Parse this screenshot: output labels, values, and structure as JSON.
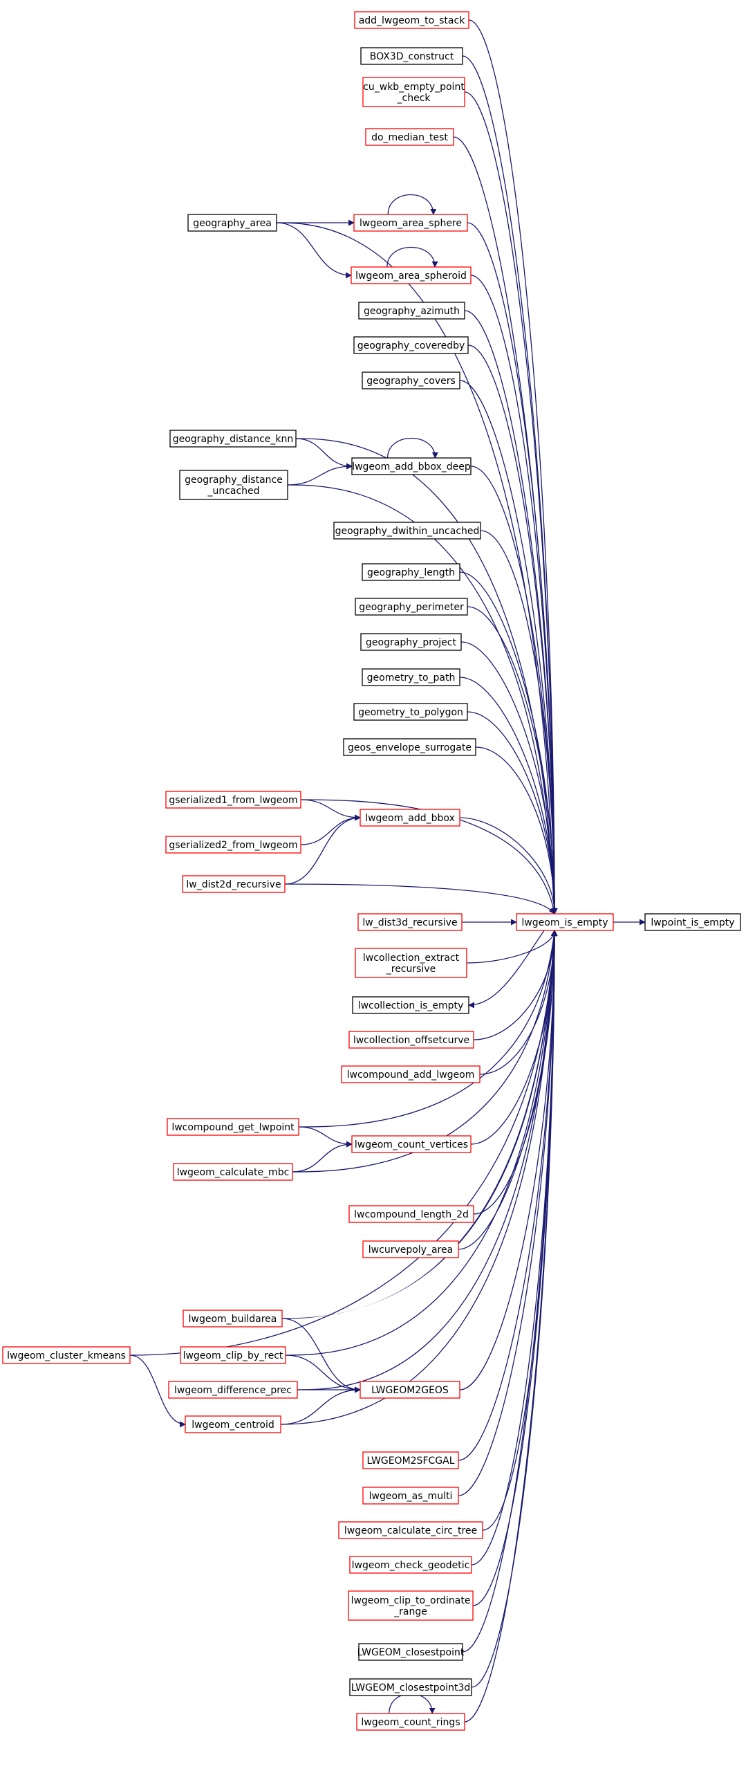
{
  "colors": {
    "edge": "#191970",
    "border_red": "#ff0000",
    "border_black": "#000000",
    "focus_fill": "#bfbfbf"
  },
  "nodes": [
    {
      "id": "add_lwgeom_to_stack",
      "lines": [
        "add_lwgeom_to_stack"
      ],
      "border": "red"
    },
    {
      "id": "box3d_construct",
      "lines": [
        "BOX3D_construct"
      ],
      "border": "black"
    },
    {
      "id": "cu_wkb_empty_point_check",
      "lines": [
        "cu_wkb_empty_point",
        "_check"
      ],
      "border": "red"
    },
    {
      "id": "do_median_test",
      "lines": [
        "do_median_test"
      ],
      "border": "red"
    },
    {
      "id": "geography_area",
      "lines": [
        "geography_area"
      ],
      "border": "black"
    },
    {
      "id": "lwgeom_area_sphere",
      "lines": [
        "lwgeom_area_sphere"
      ],
      "border": "red"
    },
    {
      "id": "lwgeom_area_spheroid",
      "lines": [
        "lwgeom_area_spheroid"
      ],
      "border": "red"
    },
    {
      "id": "geography_azimuth",
      "lines": [
        "geography_azimuth"
      ],
      "border": "black"
    },
    {
      "id": "geography_coveredby",
      "lines": [
        "geography_coveredby"
      ],
      "border": "black"
    },
    {
      "id": "geography_covers",
      "lines": [
        "geography_covers"
      ],
      "border": "black"
    },
    {
      "id": "geography_distance_knn",
      "lines": [
        "geography_distance_knn"
      ],
      "border": "black"
    },
    {
      "id": "lwgeom_add_bbox_deep",
      "lines": [
        "lwgeom_add_bbox_deep"
      ],
      "border": "black"
    },
    {
      "id": "geography_distance_uncached",
      "lines": [
        "geography_distance",
        "_uncached"
      ],
      "border": "black"
    },
    {
      "id": "geography_dwithin_uncached",
      "lines": [
        "geography_dwithin_uncached"
      ],
      "border": "black"
    },
    {
      "id": "geography_length",
      "lines": [
        "geography_length"
      ],
      "border": "black"
    },
    {
      "id": "geography_perimeter",
      "lines": [
        "geography_perimeter"
      ],
      "border": "black"
    },
    {
      "id": "geography_project",
      "lines": [
        "geography_project"
      ],
      "border": "black"
    },
    {
      "id": "geometry_to_path",
      "lines": [
        "geometry_to_path"
      ],
      "border": "black"
    },
    {
      "id": "geometry_to_polygon",
      "lines": [
        "geometry_to_polygon"
      ],
      "border": "black"
    },
    {
      "id": "geos_envelope_surrogate",
      "lines": [
        "geos_envelope_surrogate"
      ],
      "border": "black"
    },
    {
      "id": "gserialized1_from_lwgeom",
      "lines": [
        "gserialized1_from_lwgeom"
      ],
      "border": "red"
    },
    {
      "id": "lwgeom_add_bbox",
      "lines": [
        "lwgeom_add_bbox"
      ],
      "border": "red"
    },
    {
      "id": "gserialized2_from_lwgeom",
      "lines": [
        "gserialized2_from_lwgeom"
      ],
      "border": "red"
    },
    {
      "id": "lw_dist2d_recursive",
      "lines": [
        "lw_dist2d_recursive"
      ],
      "border": "red"
    },
    {
      "id": "lw_dist3d_recursive",
      "lines": [
        "lw_dist3d_recursive"
      ],
      "border": "red"
    },
    {
      "id": "lwgeom_is_empty",
      "lines": [
        "lwgeom_is_empty"
      ],
      "border": "red"
    },
    {
      "id": "lwpoint_is_empty",
      "lines": [
        "lwpoint_is_empty"
      ],
      "border": "black",
      "focus": true
    },
    {
      "id": "lwcollection_extract_recursive",
      "lines": [
        "lwcollection_extract",
        "_recursive"
      ],
      "border": "red"
    },
    {
      "id": "lwcollection_is_empty",
      "lines": [
        "lwcollection_is_empty"
      ],
      "border": "black"
    },
    {
      "id": "lwcollection_offsetcurve",
      "lines": [
        "lwcollection_offsetcurve"
      ],
      "border": "red"
    },
    {
      "id": "lwcompound_add_lwgeom",
      "lines": [
        "lwcompound_add_lwgeom"
      ],
      "border": "red"
    },
    {
      "id": "lwcompound_get_lwpoint",
      "lines": [
        "lwcompound_get_lwpoint"
      ],
      "border": "red"
    },
    {
      "id": "lwgeom_count_vertices",
      "lines": [
        "lwgeom_count_vertices"
      ],
      "border": "red"
    },
    {
      "id": "lwgeom_calculate_mbc",
      "lines": [
        "lwgeom_calculate_mbc"
      ],
      "border": "red"
    },
    {
      "id": "lwcompound_length_2d",
      "lines": [
        "lwcompound_length_2d"
      ],
      "border": "red"
    },
    {
      "id": "lwcurvepoly_area",
      "lines": [
        "lwcurvepoly_area"
      ],
      "border": "red"
    },
    {
      "id": "lwgeom_buildarea",
      "lines": [
        "lwgeom_buildarea"
      ],
      "border": "red"
    },
    {
      "id": "lwgeom_cluster_kmeans",
      "lines": [
        "lwgeom_cluster_kmeans"
      ],
      "border": "red"
    },
    {
      "id": "lwgeom_clip_by_rect",
      "lines": [
        "lwgeom_clip_by_rect"
      ],
      "border": "red"
    },
    {
      "id": "lwgeom2geos",
      "lines": [
        "LWGEOM2GEOS"
      ],
      "border": "red"
    },
    {
      "id": "lwgeom_difference_prec",
      "lines": [
        "lwgeom_difference_prec"
      ],
      "border": "red"
    },
    {
      "id": "lwgeom_centroid",
      "lines": [
        "lwgeom_centroid"
      ],
      "border": "red"
    },
    {
      "id": "lwgeom2sfcgal",
      "lines": [
        "LWGEOM2SFCGAL"
      ],
      "border": "red"
    },
    {
      "id": "lwgeom_as_multi",
      "lines": [
        "lwgeom_as_multi"
      ],
      "border": "red"
    },
    {
      "id": "lwgeom_calculate_circ_tree",
      "lines": [
        "lwgeom_calculate_circ_tree"
      ],
      "border": "red"
    },
    {
      "id": "lwgeom_check_geodetic",
      "lines": [
        "lwgeom_check_geodetic"
      ],
      "border": "red"
    },
    {
      "id": "lwgeom_clip_to_ordinate_range",
      "lines": [
        "lwgeom_clip_to_ordinate",
        "_range"
      ],
      "border": "red"
    },
    {
      "id": "lwgeom_closestpoint",
      "lines": [
        "LWGEOM_closestpoint"
      ],
      "border": "black"
    },
    {
      "id": "lwgeom_closestpoint3d",
      "lines": [
        "LWGEOM_closestpoint3d"
      ],
      "border": "black"
    },
    {
      "id": "lwgeom_count_rings",
      "lines": [
        "lwgeom_count_rings"
      ],
      "border": "red"
    }
  ],
  "edges": [
    {
      "from": "lwgeom_is_empty",
      "to": "lwpoint_is_empty"
    },
    {
      "from": "add_lwgeom_to_stack",
      "to": "lwgeom_is_empty"
    },
    {
      "from": "box3d_construct",
      "to": "lwgeom_is_empty"
    },
    {
      "from": "cu_wkb_empty_point_check",
      "to": "lwgeom_is_empty"
    },
    {
      "from": "do_median_test",
      "to": "lwgeom_is_empty"
    },
    {
      "from": "geography_area",
      "to": "lwgeom_is_empty"
    },
    {
      "from": "geography_area",
      "to": "lwgeom_area_sphere"
    },
    {
      "from": "geography_area",
      "to": "lwgeom_area_spheroid"
    },
    {
      "from": "lwgeom_area_sphere",
      "to": "lwgeom_area_sphere"
    },
    {
      "from": "lwgeom_area_sphere",
      "to": "lwgeom_is_empty"
    },
    {
      "from": "lwgeom_area_spheroid",
      "to": "lwgeom_area_spheroid"
    },
    {
      "from": "lwgeom_area_spheroid",
      "to": "lwgeom_is_empty"
    },
    {
      "from": "geography_azimuth",
      "to": "lwgeom_is_empty"
    },
    {
      "from": "geography_coveredby",
      "to": "lwgeom_is_empty"
    },
    {
      "from": "geography_covers",
      "to": "lwgeom_is_empty"
    },
    {
      "from": "geography_distance_knn",
      "to": "lwgeom_is_empty"
    },
    {
      "from": "geography_distance_knn",
      "to": "lwgeom_add_bbox_deep"
    },
    {
      "from": "geography_distance_uncached",
      "to": "lwgeom_add_bbox_deep"
    },
    {
      "from": "geography_distance_uncached",
      "to": "lwgeom_is_empty"
    },
    {
      "from": "lwgeom_add_bbox_deep",
      "to": "lwgeom_add_bbox_deep"
    },
    {
      "from": "lwgeom_add_bbox_deep",
      "to": "lwgeom_is_empty"
    },
    {
      "from": "geography_dwithin_uncached",
      "to": "lwgeom_is_empty"
    },
    {
      "from": "geography_length",
      "to": "lwgeom_is_empty"
    },
    {
      "from": "geography_perimeter",
      "to": "lwgeom_is_empty"
    },
    {
      "from": "geography_project",
      "to": "lwgeom_is_empty"
    },
    {
      "from": "geometry_to_path",
      "to": "lwgeom_is_empty"
    },
    {
      "from": "geometry_to_polygon",
      "to": "lwgeom_is_empty"
    },
    {
      "from": "geos_envelope_surrogate",
      "to": "lwgeom_is_empty"
    },
    {
      "from": "gserialized1_from_lwgeom",
      "to": "lwgeom_add_bbox"
    },
    {
      "from": "gserialized1_from_lwgeom",
      "to": "lwgeom_is_empty"
    },
    {
      "from": "gserialized2_from_lwgeom",
      "to": "lwgeom_add_bbox"
    },
    {
      "from": "lw_dist2d_recursive",
      "to": "lwgeom_add_bbox"
    },
    {
      "from": "lw_dist2d_recursive",
      "to": "lwgeom_is_empty"
    },
    {
      "from": "lwgeom_add_bbox",
      "to": "lwgeom_is_empty"
    },
    {
      "from": "lw_dist3d_recursive",
      "to": "lwgeom_is_empty"
    },
    {
      "from": "lwcollection_extract_recursive",
      "to": "lwgeom_is_empty"
    },
    {
      "from": "lwgeom_is_empty",
      "to": "lwcollection_is_empty"
    },
    {
      "from": "lwcollection_offsetcurve",
      "to": "lwgeom_is_empty"
    },
    {
      "from": "lwcompound_add_lwgeom",
      "to": "lwgeom_is_empty"
    },
    {
      "from": "lwcompound_get_lwpoint",
      "to": "lwgeom_is_empty"
    },
    {
      "from": "lwcompound_get_lwpoint",
      "to": "lwgeom_count_vertices"
    },
    {
      "from": "lwgeom_calculate_mbc",
      "to": "lwgeom_count_vertices"
    },
    {
      "from": "lwgeom_calculate_mbc",
      "to": "lwgeom_is_empty"
    },
    {
      "from": "lwgeom_count_vertices",
      "to": "lwgeom_is_empty"
    },
    {
      "from": "lwcompound_length_2d",
      "to": "lwgeom_is_empty"
    },
    {
      "from": "lwcurvepoly_area",
      "to": "lwgeom_is_empty"
    },
    {
      "from": "lwgeom_cluster_kmeans",
      "to": "lwgeom_is_empty"
    },
    {
      "from": "lwgeom_cluster_kmeans",
      "to": "lwgeom_centroid"
    },
    {
      "from": "lwgeom_buildarea",
      "to": "lwgeom2geos"
    },
    {
      "from": "lwgeom_buildarea",
      "to": "lwgeom_is_empty"
    },
    {
      "from": "lwgeom_clip_by_rect",
      "to": "lwgeom2geos"
    },
    {
      "from": "lwgeom_clip_by_rect",
      "to": "lwgeom_is_empty"
    },
    {
      "from": "lwgeom_difference_prec",
      "to": "lwgeom2geos"
    },
    {
      "from": "lwgeom_difference_prec",
      "to": "lwgeom_is_empty"
    },
    {
      "from": "lwgeom_centroid",
      "to": "lwgeom2geos"
    },
    {
      "from": "lwgeom_centroid",
      "to": "lwgeom_is_empty"
    },
    {
      "from": "lwgeom2geos",
      "to": "lwgeom_is_empty"
    },
    {
      "from": "lwgeom2sfcgal",
      "to": "lwgeom_is_empty"
    },
    {
      "from": "lwgeom_as_multi",
      "to": "lwgeom_is_empty"
    },
    {
      "from": "lwgeom_calculate_circ_tree",
      "to": "lwgeom_is_empty"
    },
    {
      "from": "lwgeom_check_geodetic",
      "to": "lwgeom_is_empty"
    },
    {
      "from": "lwgeom_clip_to_ordinate_range",
      "to": "lwgeom_is_empty"
    },
    {
      "from": "lwgeom_closestpoint",
      "to": "lwgeom_is_empty"
    },
    {
      "from": "lwgeom_closestpoint3d",
      "to": "lwgeom_is_empty"
    },
    {
      "from": "lwgeom_count_rings",
      "to": "lwgeom_count_rings"
    },
    {
      "from": "lwgeom_count_rings",
      "to": "lwgeom_is_empty"
    }
  ]
}
